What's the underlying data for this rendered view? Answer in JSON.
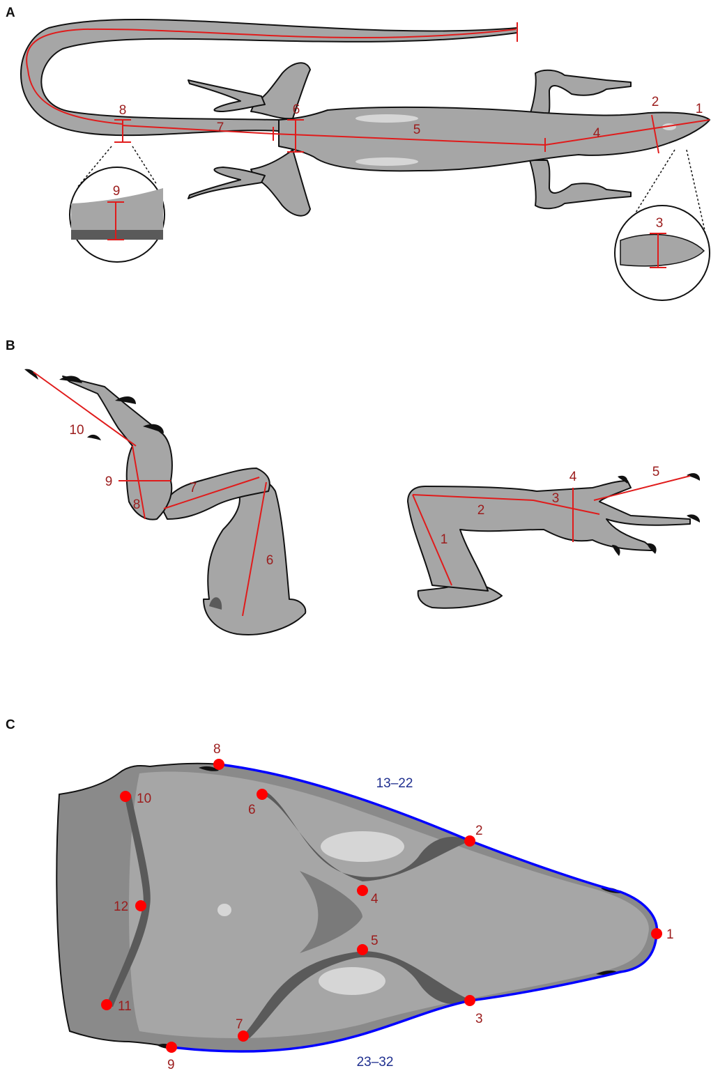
{
  "panels": {
    "A": {
      "letter": "A",
      "measurement_labels": [
        "1",
        "2",
        "3",
        "4",
        "5",
        "6",
        "7",
        "8",
        "9"
      ]
    },
    "B": {
      "letter": "B",
      "forelimb_labels": [
        "10",
        "9",
        "8",
        "7",
        "6"
      ],
      "hindlimb_labels": [
        "1",
        "2",
        "3",
        "4",
        "5"
      ]
    },
    "C": {
      "letter": "C",
      "landmarks": [
        "1",
        "2",
        "3",
        "4",
        "5",
        "6",
        "7",
        "8",
        "9",
        "10",
        "11",
        "12"
      ],
      "semilandmark_upper": "13–22",
      "semilandmark_lower": "23–32"
    }
  },
  "colors": {
    "measurement": "#e01b1b",
    "label": "#9b1c1c",
    "landmark": "#ff0000",
    "outline": "#0000ff",
    "outline_label": "#1f2f8f",
    "body": "#a6a6a6",
    "shade": "#5a5a5a"
  }
}
